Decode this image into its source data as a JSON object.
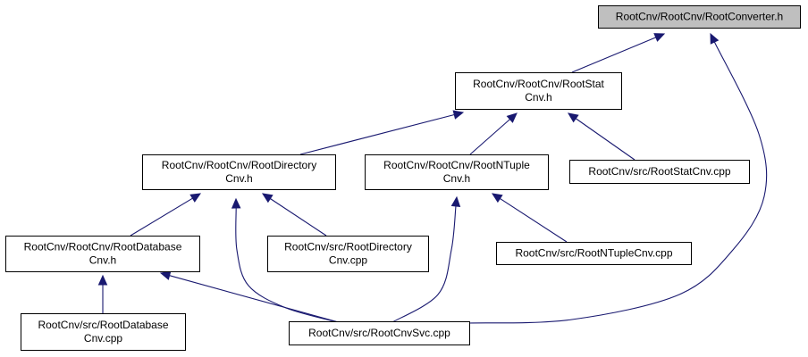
{
  "diagram": {
    "nodes": [
      {
        "id": "root",
        "lines": [
          "RootCnv/RootCnv/RootConverter.h"
        ],
        "highlight": true
      },
      {
        "id": "stat_h",
        "lines": [
          "RootCnv/RootCnv/RootStat",
          "Cnv.h"
        ]
      },
      {
        "id": "dir_h",
        "lines": [
          "RootCnv/RootCnv/RootDirectory",
          "Cnv.h"
        ]
      },
      {
        "id": "ntuple_h",
        "lines": [
          "RootCnv/RootCnv/RootNTuple",
          "Cnv.h"
        ]
      },
      {
        "id": "stat_cpp",
        "lines": [
          "RootCnv/src/RootStatCnv.cpp"
        ]
      },
      {
        "id": "db_h",
        "lines": [
          "RootCnv/RootCnv/RootDatabase",
          "Cnv.h"
        ]
      },
      {
        "id": "dir_cpp",
        "lines": [
          "RootCnv/src/RootDirectory",
          "Cnv.cpp"
        ]
      },
      {
        "id": "ntuple_cpp",
        "lines": [
          "RootCnv/src/RootNTupleCnv.cpp"
        ]
      },
      {
        "id": "db_cpp",
        "lines": [
          "RootCnv/src/RootDatabase",
          "Cnv.cpp"
        ]
      },
      {
        "id": "svc_cpp",
        "lines": [
          "RootCnv/src/RootCnvSvc.cpp"
        ]
      }
    ],
    "edges": [
      {
        "from": "stat_h",
        "to": "root"
      },
      {
        "from": "svc_cpp",
        "to": "root"
      },
      {
        "from": "dir_h",
        "to": "stat_h"
      },
      {
        "from": "ntuple_h",
        "to": "stat_h"
      },
      {
        "from": "stat_cpp",
        "to": "stat_h"
      },
      {
        "from": "db_h",
        "to": "dir_h"
      },
      {
        "from": "svc_cpp",
        "to": "dir_h"
      },
      {
        "from": "dir_cpp",
        "to": "dir_h"
      },
      {
        "from": "svc_cpp",
        "to": "ntuple_h"
      },
      {
        "from": "ntuple_cpp",
        "to": "ntuple_h"
      },
      {
        "from": "db_cpp",
        "to": "db_h"
      },
      {
        "from": "svc_cpp",
        "to": "db_h"
      }
    ],
    "colors": {
      "edge": "#191970",
      "highlight_fill": "#bfbfbf",
      "node_fill": "#ffffff",
      "node_border": "#000000"
    }
  }
}
